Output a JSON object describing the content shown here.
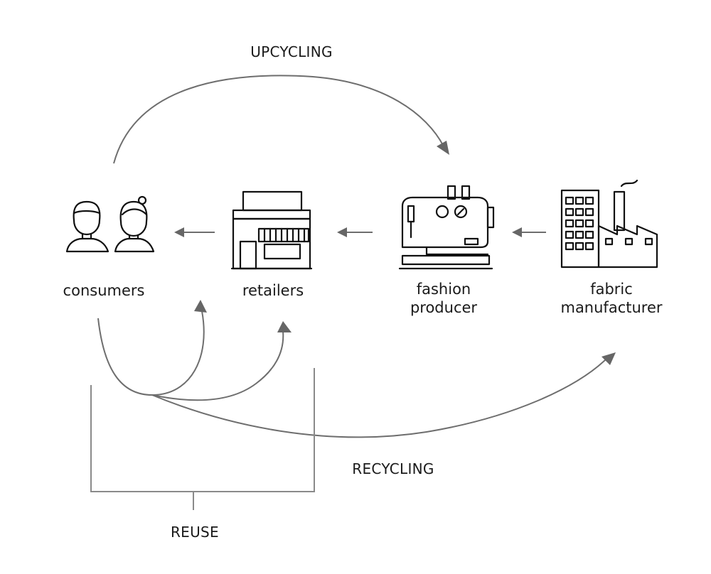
{
  "nodes": {
    "consumers": "consumers",
    "retailers": "retailers",
    "fashion_producer": [
      "fashion",
      "producer"
    ],
    "fabric_manufacturer": [
      "fabric",
      "manufacturer"
    ]
  },
  "loops": {
    "upcycling": "UPCYCLING",
    "recycling": "RECYCLING",
    "reuse": "REUSE"
  },
  "icons": [
    "people-icon",
    "shop-icon",
    "sewing-machine-icon",
    "factory-icon"
  ],
  "colors": {
    "line": "#6e6e6e",
    "ink": "#111111"
  }
}
